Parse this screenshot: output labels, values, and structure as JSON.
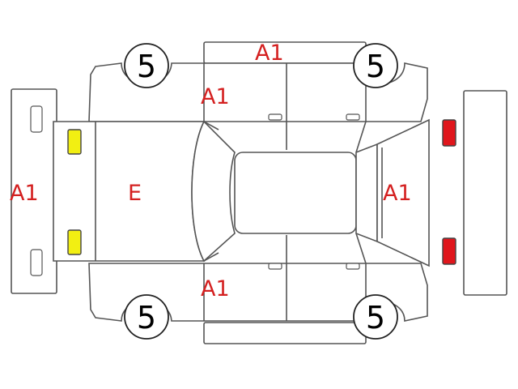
{
  "diagram": {
    "panel_codes": {
      "top_door_strip": "A1",
      "front_bumper": "A1",
      "rear_bumper": "A1",
      "upper_pillar": "A1",
      "lower_pillar": "A1",
      "hood": "E"
    },
    "wheel_labels": {
      "front_left": "5",
      "rear_left": "5",
      "front_right": "5",
      "rear_right": "5"
    },
    "colors": {
      "code_text": "#d42020",
      "front_lamps": "#f2ef12",
      "rear_lamps": "#e0161c",
      "outline": "#555555"
    }
  }
}
